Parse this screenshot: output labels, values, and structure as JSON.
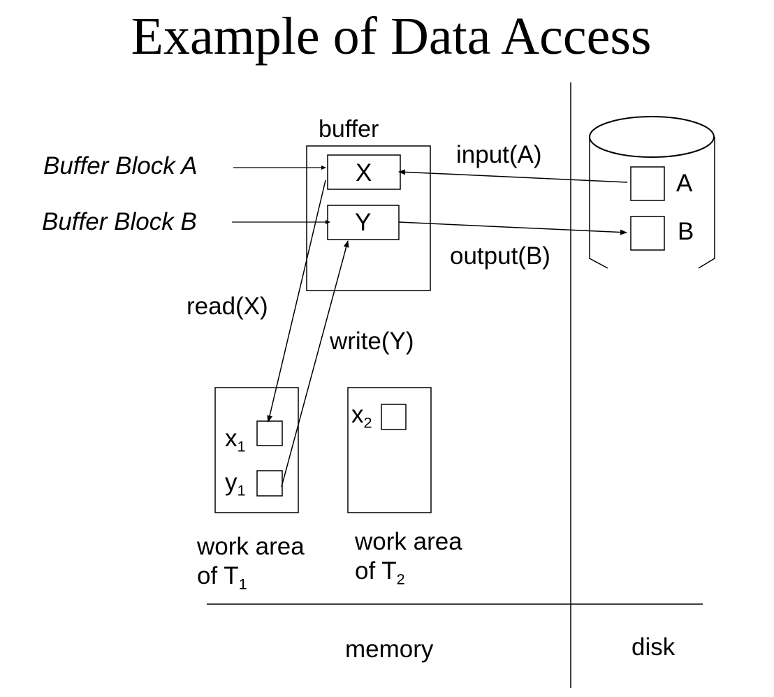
{
  "title": "Example of Data Access",
  "buffer": {
    "label": "buffer",
    "block_a_label": "Buffer Block A",
    "block_b_label": "Buffer Block B",
    "slot_x": "X",
    "slot_y": "Y"
  },
  "disk": {
    "block_a": "A",
    "block_b": "B"
  },
  "operations": {
    "input": "input(A)",
    "output": "output(B)",
    "read": "read(X)",
    "write": "write(Y)"
  },
  "work_area_t1": {
    "x_var": "x",
    "x_sub": "1",
    "y_var": "y",
    "y_sub": "1",
    "caption_line1": "work area",
    "caption_line2": "of T",
    "caption_sub": "1"
  },
  "work_area_t2": {
    "x_var": "x",
    "x_sub": "2",
    "caption_line1": "work area",
    "caption_line2": "of T",
    "caption_sub": "2"
  },
  "regions": {
    "memory": "memory",
    "disk": "disk"
  }
}
